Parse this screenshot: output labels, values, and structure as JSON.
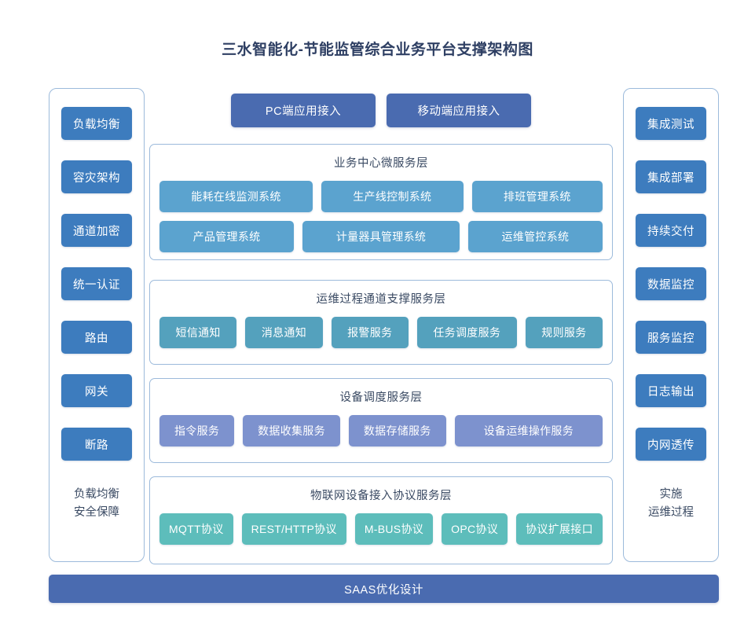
{
  "title": "三水智能化-节能监管综合业务平台支撑架构图",
  "colors": {
    "title_text": "#2e3f63",
    "side_chip": "#3d7cbe",
    "top_button": "#4a6bb0",
    "business_chip": "#5ba3cf",
    "ops_chip": "#54a1bd",
    "device_chip": "#7d92ce",
    "iot_chip": "#5dbdbb",
    "panel_border": "#9cbadb",
    "bottom_bar": "#4a6bb0",
    "background": "#ffffff"
  },
  "left_column": {
    "items": [
      {
        "label": "负载均衡"
      },
      {
        "label": "容灾架构"
      },
      {
        "label": "通道加密"
      },
      {
        "label": "统一认证"
      },
      {
        "label": "路由"
      },
      {
        "label": "网关"
      },
      {
        "label": "断路"
      }
    ],
    "caption_line1": "负载均衡",
    "caption_line2": "安全保障"
  },
  "right_column": {
    "items": [
      {
        "label": "集成测试"
      },
      {
        "label": "集成部署"
      },
      {
        "label": "持续交付"
      },
      {
        "label": "数据监控"
      },
      {
        "label": "服务监控"
      },
      {
        "label": "日志输出"
      },
      {
        "label": "内网透传"
      }
    ],
    "caption_line1": "实施",
    "caption_line2": "运维过程"
  },
  "top_buttons": [
    {
      "label": "PC端应用接入"
    },
    {
      "label": "移动端应用接入"
    }
  ],
  "layers": [
    {
      "id": "business",
      "title": "业务中心微服务层",
      "rows": [
        [
          "能耗在线监测系统",
          "生产线控制系统",
          "排班管理系统"
        ],
        [
          "产品管理系统",
          "计量器具管理系统",
          "运维管控系统"
        ]
      ]
    },
    {
      "id": "ops",
      "title": "运维过程通道支撑服务层",
      "rows": [
        [
          "短信通知",
          "消息通知",
          "报警服务",
          "任务调度服务",
          "规则服务"
        ]
      ]
    },
    {
      "id": "device",
      "title": "设备调度服务层",
      "rows": [
        [
          "指令服务",
          "数据收集服务",
          "数据存储服务",
          "设备运维操作服务"
        ]
      ]
    },
    {
      "id": "iot",
      "title": "物联网设备接入协议服务层",
      "rows": [
        [
          "MQTT协议",
          "REST/HTTP协议",
          "M-BUS协议",
          "OPC协议",
          "协议扩展接口"
        ]
      ]
    }
  ],
  "bottom_bar": {
    "label": "SAAS优化设计"
  }
}
